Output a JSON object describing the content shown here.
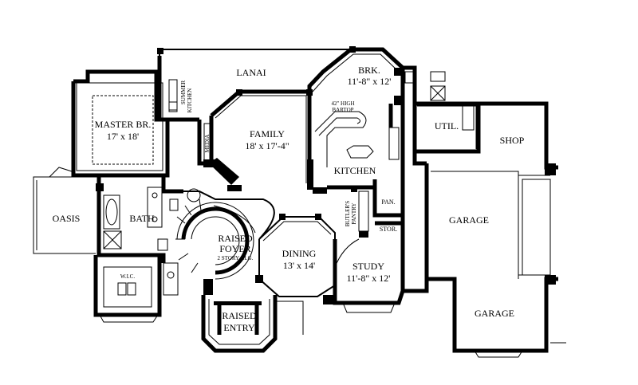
{
  "rooms": {
    "lanai": {
      "name": "LANAI"
    },
    "brk": {
      "name": "BRK.",
      "dims": "11'-8\" x 12'"
    },
    "summer_kitchen": {
      "line1": "SUMMER",
      "line2": "KITCHEN"
    },
    "master": {
      "name": "MASTER BR.",
      "dims": "17' x 18'"
    },
    "family": {
      "name": "FAMILY",
      "dims": "18' x 17'-4\""
    },
    "media": {
      "name": "MEDIA"
    },
    "bartop": {
      "line1": "42\" HIGH",
      "line2": "BARTOP"
    },
    "kitchen": {
      "name": "KITCHEN"
    },
    "util": {
      "name": "UTIL."
    },
    "shop": {
      "name": "SHOP"
    },
    "oasis": {
      "name": "OASIS"
    },
    "bath": {
      "name": "BATH"
    },
    "foyer": {
      "line1": "RAISED",
      "line2": "FOYER",
      "note": "2 STORY CLG."
    },
    "dining": {
      "name": "DINING",
      "dims": "13' x 14'"
    },
    "butlers": {
      "line1": "BUTLER'S",
      "line2": "PANTRY"
    },
    "pan": {
      "name": "PAN."
    },
    "stor": {
      "name": "STOR."
    },
    "study": {
      "name": "STUDY",
      "dims": "11'-8\" x 12'"
    },
    "garage1": {
      "name": "GARAGE"
    },
    "garage2": {
      "name": "GARAGE"
    },
    "wic": {
      "name": "W.I.C."
    },
    "entry": {
      "line1": "RAISED",
      "line2": "ENTRY"
    }
  }
}
